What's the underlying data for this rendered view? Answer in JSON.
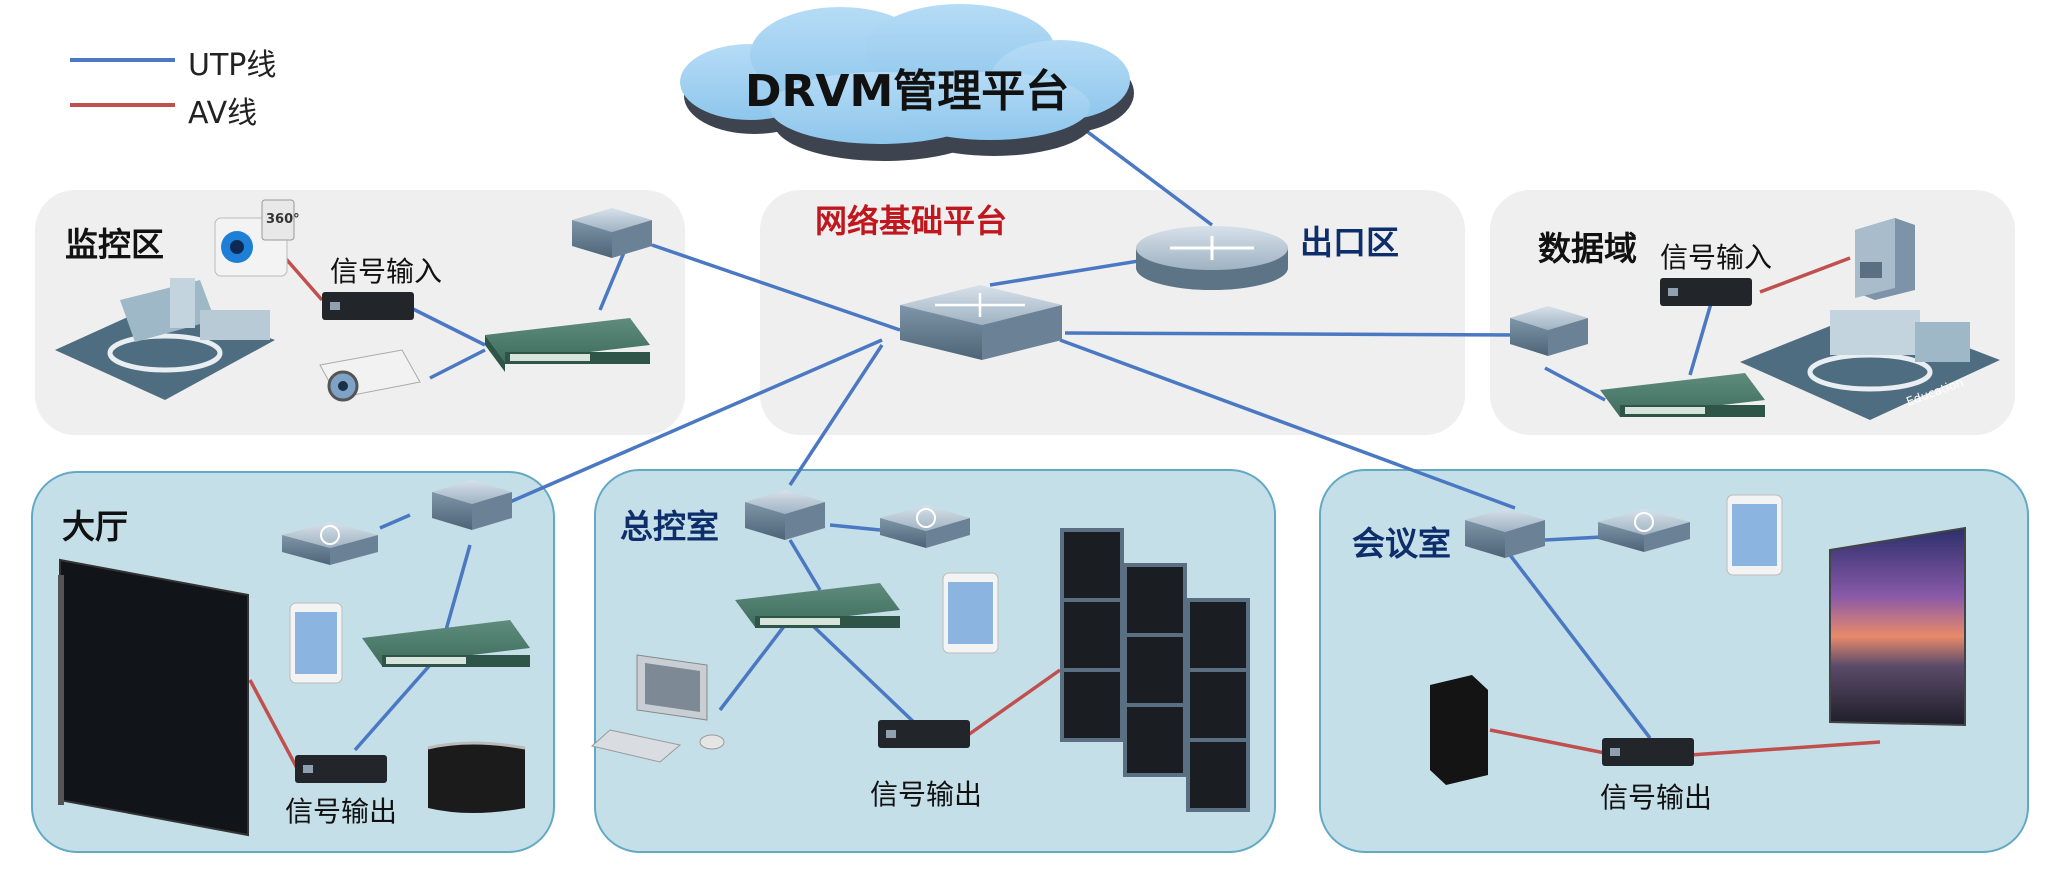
{
  "legend": [
    {
      "label": "UTP线",
      "color": "#4a78c2"
    },
    {
      "label": "AV线",
      "color": "#c0504d"
    }
  ],
  "cloud": {
    "label": "DRVM管理平台"
  },
  "zones": {
    "monitor": "监控区",
    "network": "网络基础平台",
    "exit": "出口区",
    "data": "数据域",
    "hall": "大厅",
    "control": "总控室",
    "meeting": "会议室"
  },
  "signals": {
    "monitor_input": "信号输入",
    "data_input": "信号输入",
    "hall_output": "信号输出",
    "control_output": "信号输出",
    "meeting_output": "信号输出"
  },
  "camera_badge": "360°",
  "school_sign": "Education",
  "colors": {
    "utp": "#4a78c2",
    "av": "#c0504d",
    "zone_gray": "#efefef",
    "zone_blue": "#c5dfe9",
    "zone_blue_border": "#62a9c4",
    "cloud": "#9ccdee"
  }
}
